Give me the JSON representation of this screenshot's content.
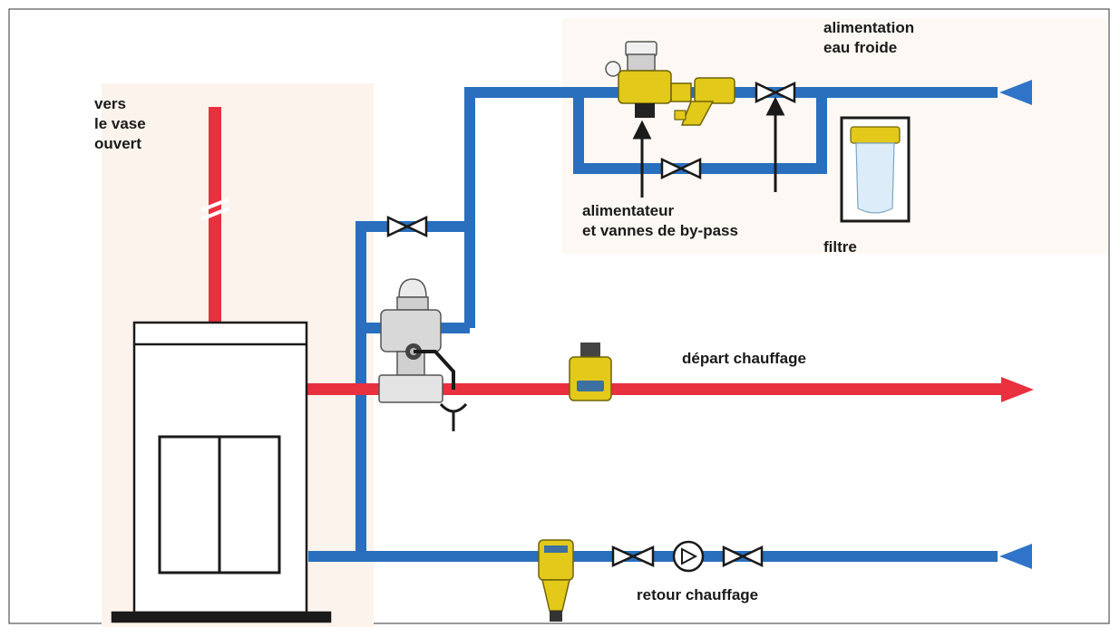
{
  "labels": {
    "vase": [
      "vers",
      "le vase",
      "ouvert"
    ],
    "alimentation": [
      "alimentation",
      "eau froide"
    ],
    "alimentateur": [
      "alimentateur",
      "et vannes de by-pass"
    ],
    "filtre": "filtre",
    "depart": "départ chauffage",
    "retour": "retour chauffage"
  },
  "colors": {
    "hot_pipe": "#e8303f",
    "cold_pipe": "#2a6fbd",
    "arrow_blue": "#2f74c8",
    "component_yellow": "#e2c91a",
    "background_panel": "#fbf3ec",
    "outline": "#1a1a1a"
  }
}
